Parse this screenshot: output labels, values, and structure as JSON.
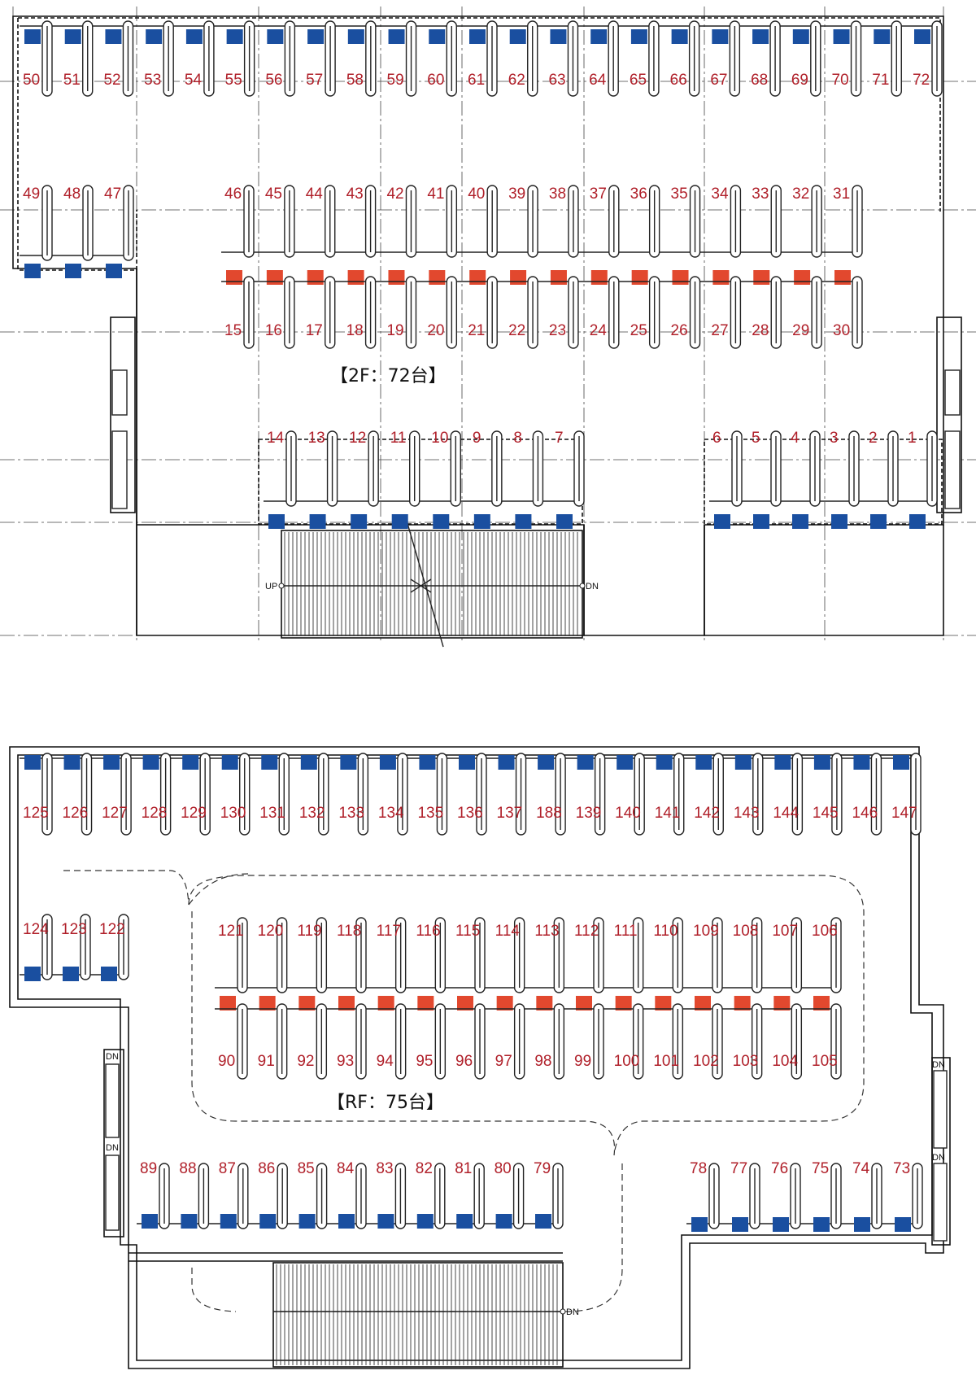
{
  "floors": [
    {
      "id": "2f",
      "title": "【2F：72台】",
      "stair_up": "UP",
      "stair_down": "DN"
    },
    {
      "id": "rf",
      "title": "【RF：75台】",
      "stair_dn_lower": "DN",
      "stair_side_left_top": "DN",
      "stair_side_left_mid": "DN",
      "stair_side_right_top": "DN",
      "stair_side_right_mid": "DN"
    }
  ],
  "colors": {
    "standard_slot": "#1a4fa0",
    "center_slot": "#e2482e",
    "number": "#b0202a"
  },
  "rows": [
    {
      "id": "2f-top",
      "floor": "2f",
      "marker": "standard",
      "labels": [
        "50",
        "51",
        "52",
        "53",
        "54",
        "55",
        "56",
        "57",
        "58",
        "59",
        "60",
        "61",
        "62",
        "63",
        "64",
        "65",
        "66",
        "67",
        "68",
        "69",
        "70",
        "71",
        "72"
      ]
    },
    {
      "id": "2f-left",
      "floor": "2f",
      "marker": "standard",
      "labels": [
        "49",
        "48",
        "47"
      ]
    },
    {
      "id": "2f-mid-upper",
      "floor": "2f",
      "marker": "center",
      "labels": [
        "46",
        "45",
        "44",
        "43",
        "42",
        "41",
        "40",
        "39",
        "38",
        "37",
        "36",
        "35",
        "34",
        "33",
        "32",
        "31"
      ]
    },
    {
      "id": "2f-mid-lower",
      "floor": "2f",
      "marker": "none",
      "labels": [
        "15",
        "16",
        "17",
        "18",
        "19",
        "20",
        "21",
        "22",
        "23",
        "24",
        "25",
        "26",
        "27",
        "28",
        "29",
        "30"
      ]
    },
    {
      "id": "2f-bottom-left",
      "floor": "2f",
      "marker": "standard",
      "labels": [
        "14",
        "13",
        "12",
        "11",
        "10",
        "9",
        "8",
        "7"
      ]
    },
    {
      "id": "2f-bottom-right",
      "floor": "2f",
      "marker": "standard",
      "labels": [
        "6",
        "5",
        "4",
        "3",
        "2",
        "1"
      ]
    },
    {
      "id": "rf-top",
      "floor": "rf",
      "marker": "standard",
      "labels": [
        "125",
        "126",
        "127",
        "128",
        "129",
        "130",
        "131",
        "132",
        "133",
        "134",
        "135",
        "136",
        "137",
        "188",
        "139",
        "140",
        "141",
        "142",
        "143",
        "144",
        "145",
        "146",
        "147"
      ]
    },
    {
      "id": "rf-left",
      "floor": "rf",
      "marker": "standard",
      "labels": [
        "124",
        "123",
        "122"
      ]
    },
    {
      "id": "rf-mid-upper",
      "floor": "rf",
      "marker": "center",
      "labels": [
        "121",
        "120",
        "119",
        "118",
        "117",
        "116",
        "115",
        "114",
        "113",
        "112",
        "111",
        "110",
        "109",
        "108",
        "107",
        "106"
      ]
    },
    {
      "id": "rf-mid-lower",
      "floor": "rf",
      "marker": "none",
      "labels": [
        "90",
        "91",
        "92",
        "93",
        "94",
        "95",
        "96",
        "97",
        "98",
        "99",
        "100",
        "101",
        "102",
        "103",
        "104",
        "105"
      ]
    },
    {
      "id": "rf-bottom-left",
      "floor": "rf",
      "marker": "standard",
      "labels": [
        "89",
        "88",
        "87",
        "86",
        "85",
        "84",
        "83",
        "82",
        "81",
        "80",
        "79"
      ]
    },
    {
      "id": "rf-bottom-right",
      "floor": "rf",
      "marker": "standard",
      "labels": [
        "78",
        "77",
        "76",
        "75",
        "74",
        "73"
      ]
    }
  ]
}
